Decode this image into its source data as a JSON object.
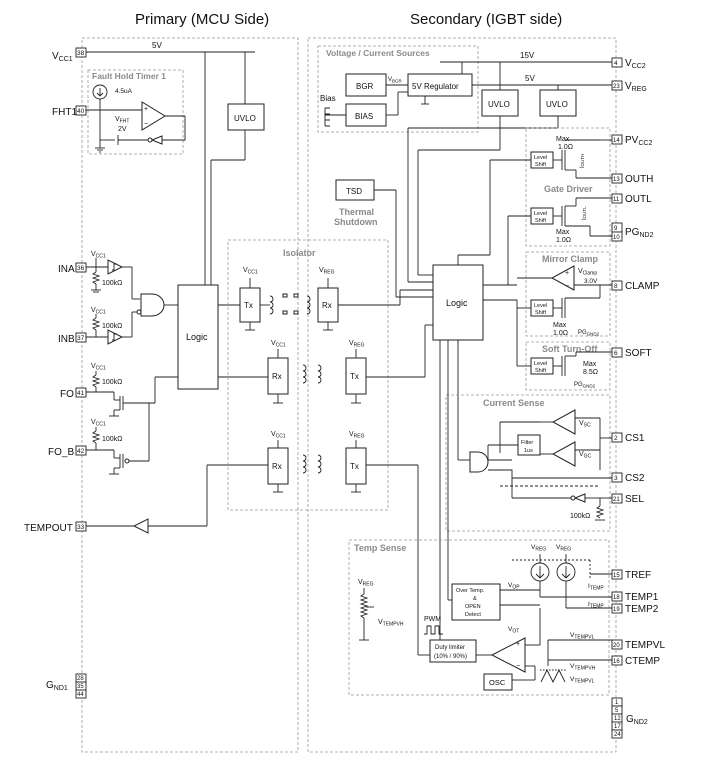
{
  "headers": {
    "primary": "Primary (MCU Side)",
    "secondary": "Secondary (IGBT side)"
  },
  "sections": {
    "fault_hold": "Fault Hold Timer 1",
    "voltage_sources": "Voltage / Current Sources",
    "isolator": "Isolator",
    "gate_driver": "Gate Driver",
    "mirror_clamp": "Mirror Clamp",
    "soft_turnoff": "Soft Turn-Off",
    "current_sense": "Current Sense",
    "temp_sense": "Temp Sense",
    "thermal_shutdown_1": "Thermal",
    "thermal_shutdown_2": "Shutdown"
  },
  "blocks": {
    "logic": "Logic",
    "uvlo": "UVLO",
    "tx": "Tx",
    "rx": "Rx",
    "bgr": "BGR",
    "bias": "BIAS",
    "regulator": "5V Regulator",
    "tsd": "TSD",
    "level_1": "Level",
    "level_2": "Shift",
    "filter_1": "Filter",
    "filter_2": "1us",
    "osc": "OSC",
    "duty_1": "Duty limiter",
    "duty_2": "(10% / 90%)",
    "ot_1": "Over Temp.",
    "ot_2": "&",
    "ot_3": "OPEN",
    "ot_4": "Detect"
  },
  "labels": {
    "v5": "5V",
    "v15": "15V",
    "bias": "Bias",
    "ua": "4.5uA",
    "v2": "2V",
    "r100k": "100kΩ",
    "max_1ohm": "1.0Ω",
    "max": "Max",
    "max_85": "8.5Ω",
    "clamp_v": "3.0V",
    "pwm": "PWM",
    "vcc1": "V",
    "vcc1_sub": "CC1",
    "vreg": "V",
    "vreg_sub": "REG",
    "vbgr_sub": "BGR",
    "vfht_sub": "FHT",
    "vclamp_sub": "Clamp",
    "vsc_sub": "SC",
    "vgc_sub": "GC",
    "vop_sub": "OP",
    "vot_sub": "OT",
    "vtempvh_sub": "TEMPVH",
    "vtempvl_sub": "TEMPVL",
    "itemp": "I",
    "itemp_sub": "TEMP",
    "iouth_sub": "OUTH",
    "ioutl_sub": "OUTL",
    "iclamp_sub": "Clamp",
    "pgnd2_sub": "GND2",
    "pg": "PG"
  },
  "pins_left": [
    {
      "num": "38",
      "name": "V",
      "sub": "CC1"
    },
    {
      "num": "40",
      "name": "FHT1",
      "sub": ""
    },
    {
      "num": "36",
      "name": "INA",
      "sub": ""
    },
    {
      "num": "37",
      "name": "INB",
      "sub": ""
    },
    {
      "num": "41",
      "name": "FO",
      "sub": ""
    },
    {
      "num": "42",
      "name": "FO_B",
      "sub": ""
    },
    {
      "num": "33",
      "name": "TEMPOUT",
      "sub": ""
    }
  ],
  "gnd1": {
    "name": "G",
    "sub": "ND1",
    "nums": [
      "28",
      "35",
      "44"
    ]
  },
  "pins_right": [
    {
      "num": "4",
      "name": "V",
      "sub": "CC2"
    },
    {
      "num": "23",
      "name": "V",
      "sub": "REG"
    },
    {
      "num": "14",
      "name": "PV",
      "sub": "CC2"
    },
    {
      "num": "13",
      "name": "OUTH",
      "sub": ""
    },
    {
      "num": "11",
      "name": "OUTL",
      "sub": ""
    },
    {
      "num": "9",
      "name": "PG",
      "sub": "ND2"
    },
    {
      "num": "10",
      "name": "",
      "sub": ""
    },
    {
      "num": "8",
      "name": "CLAMP",
      "sub": ""
    },
    {
      "num": "6",
      "name": "SOFT",
      "sub": ""
    },
    {
      "num": "2",
      "name": "CS1",
      "sub": ""
    },
    {
      "num": "3",
      "name": "CS2",
      "sub": ""
    },
    {
      "num": "21",
      "name": "SEL",
      "sub": ""
    },
    {
      "num": "15",
      "name": "TREF",
      "sub": ""
    },
    {
      "num": "18",
      "name": "TEMP1",
      "sub": ""
    },
    {
      "num": "19",
      "name": "TEMP2",
      "sub": ""
    },
    {
      "num": "20",
      "name": "TEMPVL",
      "sub": ""
    },
    {
      "num": "16",
      "name": "CTEMP",
      "sub": ""
    }
  ],
  "gnd2": {
    "name": "G",
    "sub": "ND2",
    "nums": [
      "1",
      "5",
      "12",
      "17",
      "24"
    ]
  }
}
